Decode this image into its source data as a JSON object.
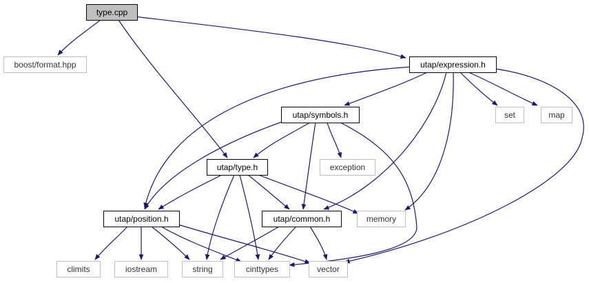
{
  "graph": {
    "nodes": [
      {
        "id": "type_cpp",
        "label": "type.cpp",
        "kind": "root"
      },
      {
        "id": "boost_format",
        "label": "boost/format.hpp",
        "kind": "external"
      },
      {
        "id": "utap_expression",
        "label": "utap/expression.h",
        "kind": "internal"
      },
      {
        "id": "utap_symbols",
        "label": "utap/symbols.h",
        "kind": "internal"
      },
      {
        "id": "set",
        "label": "set",
        "kind": "external"
      },
      {
        "id": "map",
        "label": "map",
        "kind": "external"
      },
      {
        "id": "utap_type",
        "label": "utap/type.h",
        "kind": "internal"
      },
      {
        "id": "exception",
        "label": "exception",
        "kind": "external"
      },
      {
        "id": "utap_position",
        "label": "utap/position.h",
        "kind": "internal"
      },
      {
        "id": "utap_common",
        "label": "utap/common.h",
        "kind": "internal"
      },
      {
        "id": "memory",
        "label": "memory",
        "kind": "external"
      },
      {
        "id": "climits",
        "label": "climits",
        "kind": "external"
      },
      {
        "id": "iostream",
        "label": "iostream",
        "kind": "external"
      },
      {
        "id": "string",
        "label": "string",
        "kind": "external"
      },
      {
        "id": "cinttypes",
        "label": "cinttypes",
        "kind": "external"
      },
      {
        "id": "vector",
        "label": "vector",
        "kind": "external"
      }
    ],
    "edges": [
      [
        "type_cpp",
        "boost_format"
      ],
      [
        "type_cpp",
        "utap_expression"
      ],
      [
        "type_cpp",
        "utap_type"
      ],
      [
        "utap_expression",
        "utap_symbols"
      ],
      [
        "utap_expression",
        "set"
      ],
      [
        "utap_expression",
        "map"
      ],
      [
        "utap_expression",
        "utap_position"
      ],
      [
        "utap_expression",
        "utap_common"
      ],
      [
        "utap_expression",
        "memory"
      ],
      [
        "utap_expression",
        "vector"
      ],
      [
        "utap_symbols",
        "utap_type"
      ],
      [
        "utap_symbols",
        "exception"
      ],
      [
        "utap_symbols",
        "utap_position"
      ],
      [
        "utap_symbols",
        "utap_common"
      ],
      [
        "utap_symbols",
        "cinttypes"
      ],
      [
        "utap_type",
        "utap_position"
      ],
      [
        "utap_type",
        "utap_common"
      ],
      [
        "utap_type",
        "memory"
      ],
      [
        "utap_type",
        "string"
      ],
      [
        "utap_type",
        "cinttypes"
      ],
      [
        "utap_position",
        "climits"
      ],
      [
        "utap_position",
        "iostream"
      ],
      [
        "utap_position",
        "string"
      ],
      [
        "utap_position",
        "cinttypes"
      ],
      [
        "utap_position",
        "vector"
      ],
      [
        "utap_common",
        "string"
      ],
      [
        "utap_common",
        "cinttypes"
      ],
      [
        "utap_common",
        "vector"
      ]
    ]
  },
  "colors": {
    "edge": "#191970",
    "root_fill": "#bfbfbf",
    "internal_border": "#000000",
    "external_border": "#bfbfbf",
    "node_fill": "#ffffff"
  }
}
